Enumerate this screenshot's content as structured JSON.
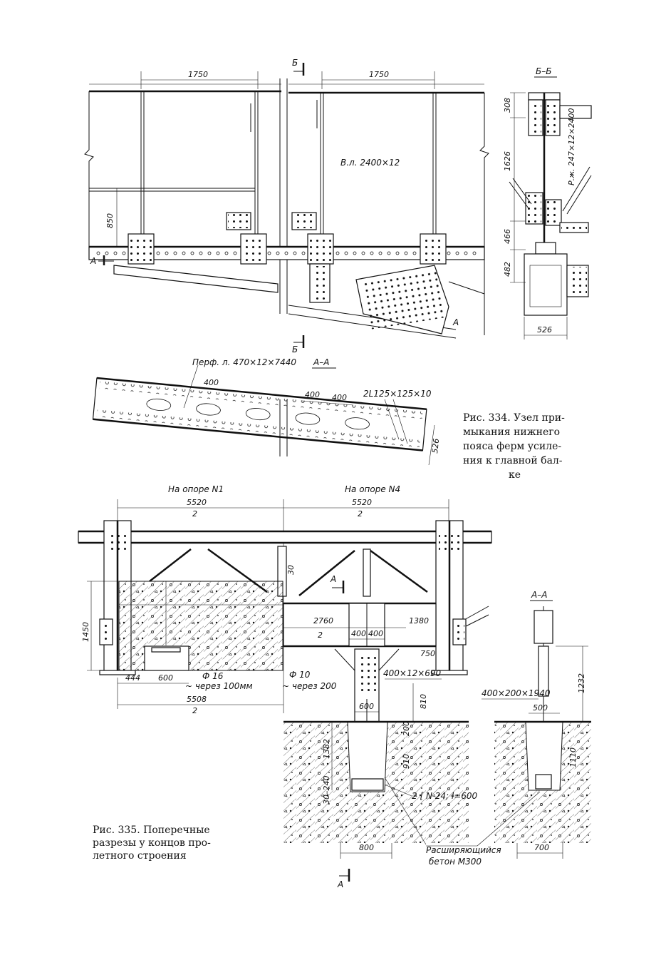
{
  "fig334": {
    "dims": {
      "d1750a": "1750",
      "d1750b": "1750",
      "d850": "850",
      "d308": "308",
      "d1626": "1626",
      "d466": "466",
      "d482": "482",
      "d526b": "526",
      "d400a": "400",
      "d400b": "400",
      "d400c": "400",
      "d526a": "526"
    },
    "labels": {
      "sectB_top": "Б",
      "sectB_bot": "Б",
      "sectA_mark": "А",
      "sectA_mark2": "А",
      "web_plate": "В.л. 2400×12",
      "view_BB": "Б–Б",
      "stiffener": "Р.ж. 247×12×2400",
      "perf_plate": "Перф. л. 470×12×7440",
      "view_AA": "А–А",
      "angles": "2L125×125×10"
    },
    "caption": [
      "Рис. 334. Узел при-",
      "мыкания нижнего",
      "пояса ферм усиле-",
      "ния к главной бал-",
      "ке"
    ]
  },
  "fig335": {
    "dims": {
      "d5520a": "5520",
      "d2a": "2",
      "d5520b": "5520",
      "d2b": "2",
      "d30": "30",
      "d1450": "1450",
      "d2760": "2760",
      "d2c": "2",
      "d1380": "1380",
      "d400a": "400",
      "d400b": "400",
      "d750": "750",
      "d444": "444",
      "d600a": "600",
      "d5508": "5508",
      "d2d": "2",
      "d810": "810",
      "d600b": "600",
      "d200": "200",
      "d1382": "1382",
      "d910": "910",
      "d30_240": "30–240",
      "d800": "800",
      "d1232": "1232",
      "d500": "500",
      "d1110": "1110",
      "d700": "700"
    },
    "labels": {
      "support1": "На опоре N1",
      "support4": "На опоре N4",
      "sectA_mark": "А",
      "sectA_bot": "А",
      "bar16": "Ф 16",
      "bar16_step": "~ через 100мм",
      "bar10": "Ф 10",
      "bar10_step": "~ через 200",
      "plate1": "400×12×690",
      "channels": "2 [ N 24; l=600",
      "view_AA": "А–А",
      "plate2": "400×200×1940",
      "concrete1": "Расширяющийся",
      "concrete2": "бетон  М300"
    },
    "caption": [
      "Рис. 335. Поперечные",
      "разрезы  у  концов  про-",
      "летного строения"
    ]
  }
}
